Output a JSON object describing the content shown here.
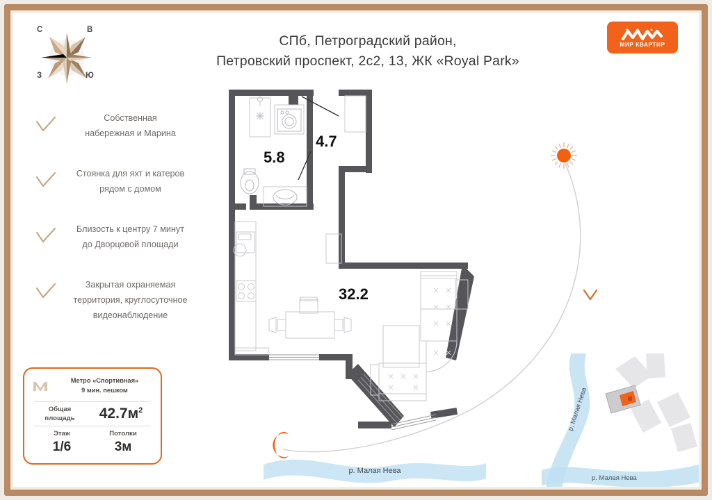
{
  "header": {
    "title_line1": "СПб, Петроградский район,",
    "title_line2": "Петровский проспект, 2с2, 13, ЖК «Royal Park»"
  },
  "logo": {
    "text": "МИР КВАРТИР",
    "bg_color": "#f2621a",
    "mark": "zigzag-mk-mark"
  },
  "compass": {
    "north": "С",
    "east": "В",
    "west": "З",
    "south": "Ю"
  },
  "features": [
    {
      "line1": "Собственная",
      "line2": "набережная и Марина",
      "line3": ""
    },
    {
      "line1": "Стоянка для яхт и катеров",
      "line2": "рядом с домом",
      "line3": ""
    },
    {
      "line1": "Близость к центру 7 минут",
      "line2": "до Дворцовой площади",
      "line3": ""
    },
    {
      "line1": "Закрытая охраняемая",
      "line2": "территория, круглосуточное",
      "line3": "видеонаблюдение"
    }
  ],
  "card": {
    "metro_name": "Метро «Спортивная»",
    "metro_walk": "9 мин. пешком",
    "area_label_1": "Общая",
    "area_label_2": "площадь",
    "area_value": "42.7м",
    "area_unit": "2",
    "floor_label": "Этаж",
    "floor_value": "1/6",
    "ceiling_label": "Потолки",
    "ceiling_value": "3м",
    "accent_color": "#e2661d"
  },
  "plan": {
    "rooms": [
      {
        "name": "hallway",
        "area": "5.8"
      },
      {
        "name": "bathroom",
        "area": "4.7"
      },
      {
        "name": "living-kitchen",
        "area": "32.2"
      }
    ],
    "wall_color": "#56565a"
  },
  "map": {
    "river_vertical": "р. Малая Нева",
    "river_bottom_inset": "р. Малая Нева",
    "river_bottom_main": "р. Малая Нева",
    "highlight_color": "#f2621a",
    "water_color": "#bfe0f2"
  },
  "sun": {
    "sunrise_icon": "sun-icon",
    "sunset_icon": "crescent-sun-icon",
    "marker_icon": "chevron-down-marker",
    "color": "#f4600f"
  }
}
